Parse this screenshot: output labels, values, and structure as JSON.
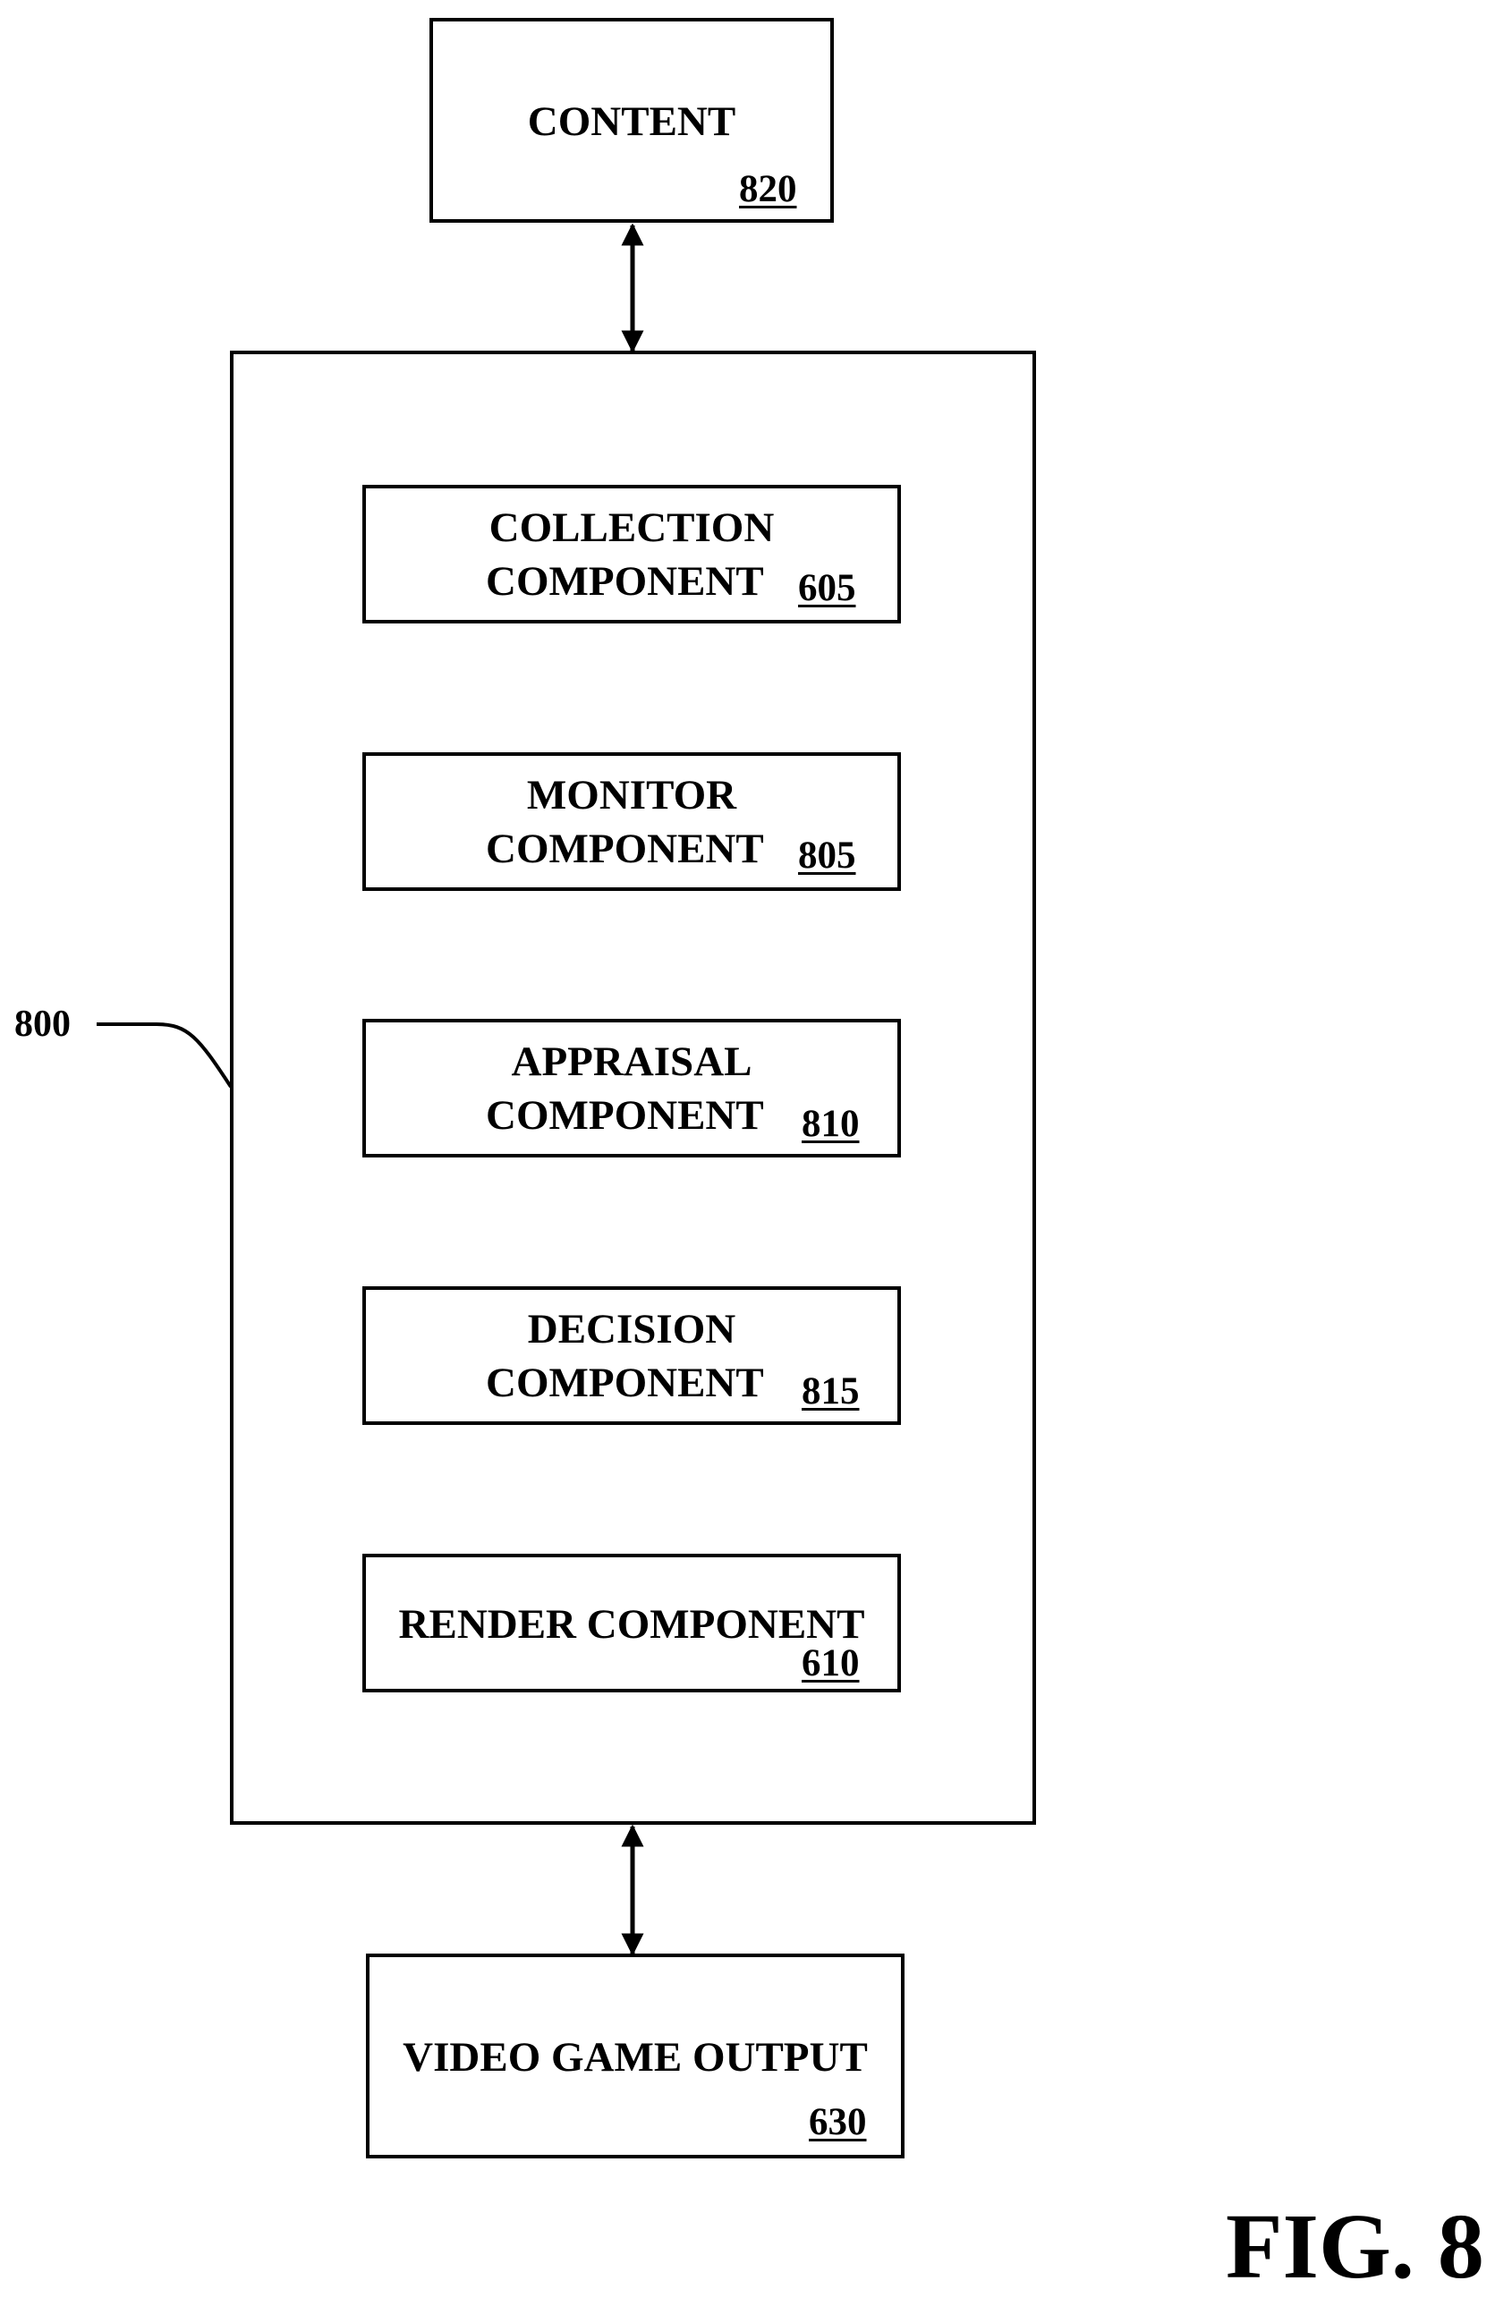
{
  "figure_label": "FIG. 8",
  "system": {
    "ref": "800"
  },
  "content": {
    "label": "CONTENT",
    "ref": "820"
  },
  "components": [
    {
      "line1": "COLLECTION",
      "line2": "COMPONENT",
      "ref": "605"
    },
    {
      "line1": "MONITOR",
      "line2": "COMPONENT",
      "ref": "805"
    },
    {
      "line1": "APPRAISAL",
      "line2": "COMPONENT",
      "ref": "810"
    },
    {
      "line1": "DECISION",
      "line2": "COMPONENT",
      "ref": "815"
    },
    {
      "line1": "RENDER COMPONENT",
      "ref": "610"
    }
  ],
  "output": {
    "label": "VIDEO GAME OUTPUT",
    "ref": "630"
  }
}
